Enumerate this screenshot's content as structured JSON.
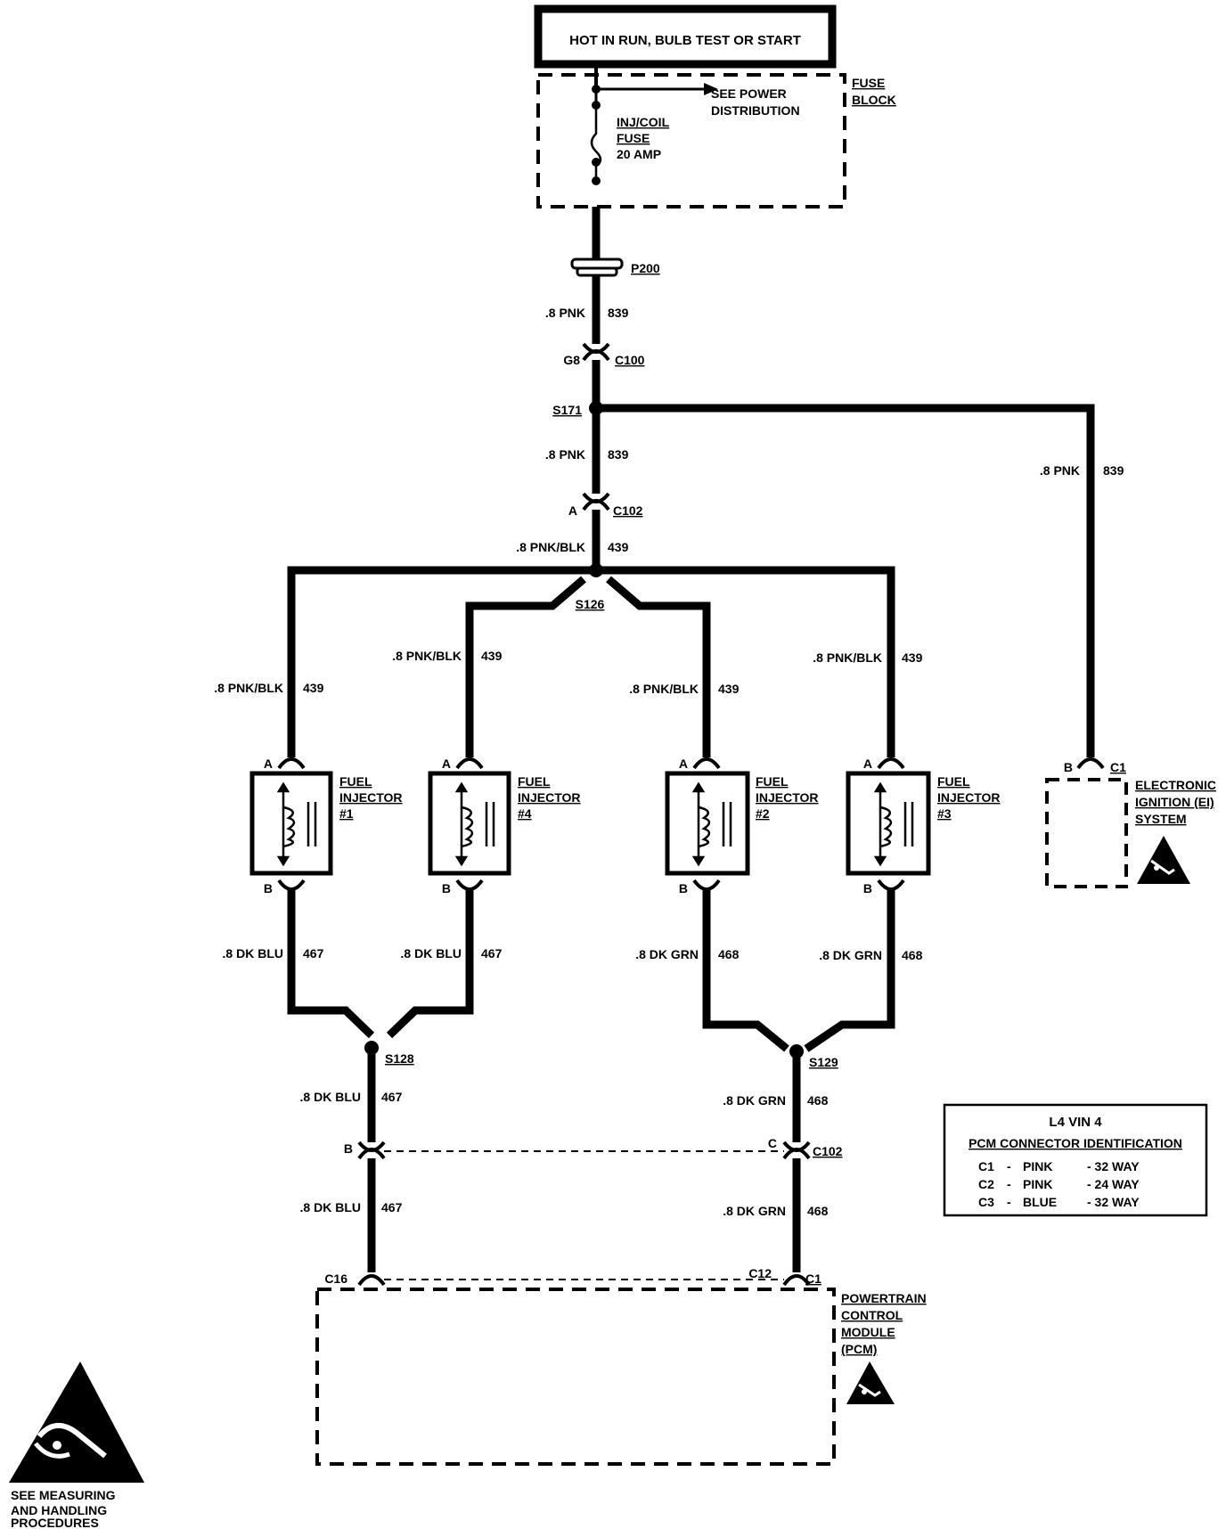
{
  "header": {
    "power_label": "HOT IN RUN, BULB TEST OR START"
  },
  "fuse_block": {
    "title_line1": "FUSE",
    "title_line2": "BLOCK",
    "see_line1": "SEE POWER",
    "see_line2": "DISTRIBUTION",
    "fuse_line1": "INJ/COIL",
    "fuse_line2": "FUSE",
    "fuse_line3": "20 AMP"
  },
  "connectors": {
    "p200": "P200",
    "c100": "C100",
    "c100_pin": "G8",
    "c102_top": "C102",
    "c102_top_pin": "A",
    "c102_bottom": "C102",
    "c102_bottom_pin_b": "B",
    "c102_bottom_pin_c": "C",
    "pcm_pin_c16": "C16",
    "pcm_pin_c12": "C12",
    "pcm_conn_c1": "C1",
    "ei_pin_b": "B",
    "ei_conn_c1": "C1"
  },
  "splices": {
    "s171": "S171",
    "s126": "S126",
    "s128": "S128",
    "s129": "S129"
  },
  "wires": {
    "pnk_size": ".8 PNK",
    "pnk_circuit": "839",
    "pnkblk_size": ".8 PNK/BLK",
    "pnkblk_circuit": "439",
    "dkblu_size": ".8 DK BLU",
    "dkblu_circuit": "467",
    "dkgrn_size": ".8 DK GRN",
    "dkgrn_circuit": "468"
  },
  "injectors": [
    {
      "line1": "FUEL",
      "line2": "INJECTOR",
      "line3": "#1",
      "pin_top": "A",
      "pin_bottom": "B"
    },
    {
      "line1": "FUEL",
      "line2": "INJECTOR",
      "line3": "#4",
      "pin_top": "A",
      "pin_bottom": "B"
    },
    {
      "line1": "FUEL",
      "line2": "INJECTOR",
      "line3": "#2",
      "pin_top": "A",
      "pin_bottom": "B"
    },
    {
      "line1": "FUEL",
      "line2": "INJECTOR",
      "line3": "#3",
      "pin_top": "A",
      "pin_bottom": "B"
    }
  ],
  "ei_system": {
    "line1": "ELECTRONIC",
    "line2": "IGNITION (EI)",
    "line3": "SYSTEM"
  },
  "pcm": {
    "line1": "POWERTRAIN",
    "line2": "CONTROL",
    "line3": "MODULE",
    "line4": "(PCM)"
  },
  "pcm_table": {
    "title": "L4  VIN 4",
    "subtitle": "PCM CONNECTOR IDENTIFICATION",
    "rows": [
      {
        "conn": "C1",
        "dash1": "-",
        "color": "PINK",
        "ways": "- 32 WAY"
      },
      {
        "conn": "C2",
        "dash1": "-",
        "color": "PINK",
        "ways": "- 24 WAY"
      },
      {
        "conn": "C3",
        "dash1": "-",
        "color": "BLUE",
        "ways": "- 32 WAY"
      }
    ]
  },
  "esd_note": {
    "line1": "SEE MEASURING",
    "line2": "AND HANDLING",
    "line3": "PROCEDURES"
  }
}
